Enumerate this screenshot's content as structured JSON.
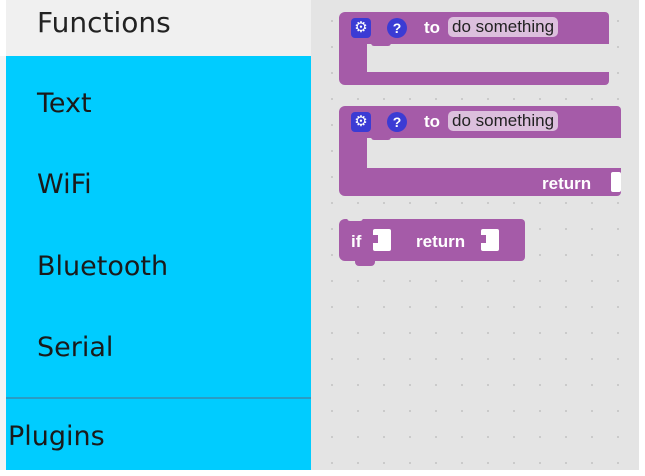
{
  "toolbox": {
    "categories": [
      {
        "label": "Functions",
        "selected": true
      },
      {
        "label": "Text"
      },
      {
        "label": "WiFi"
      },
      {
        "label": "Bluetooth"
      },
      {
        "label": "Serial"
      }
    ],
    "plugins_label": "Plugins",
    "colors": {
      "category_bg": "#00ccff",
      "selected_bg": "#f0f0f0"
    }
  },
  "blocks": {
    "procedure_noreturn": {
      "keyword": "to",
      "name": "do something"
    },
    "procedure_return": {
      "keyword": "to",
      "name": "do something",
      "return_label": "return"
    },
    "if_return": {
      "if_label": "if",
      "return_label": "return"
    },
    "color": "#a55ba8",
    "gear_icon": "gear-icon",
    "help_icon": "question-icon"
  }
}
